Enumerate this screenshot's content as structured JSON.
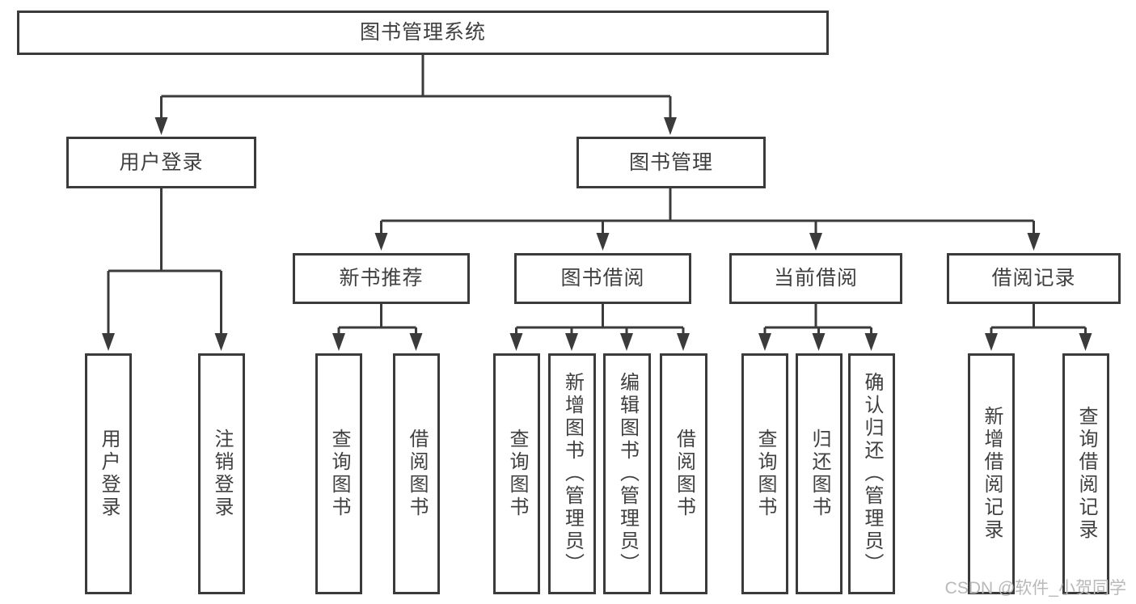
{
  "diagram": {
    "root": {
      "label": "图书管理系统"
    },
    "user_login_branch": {
      "label": "用户登录",
      "children": [
        {
          "label": "用户登录"
        },
        {
          "label": "注销登录"
        }
      ]
    },
    "book_mgmt_branch": {
      "label": "图书管理",
      "sections": [
        {
          "label": "新书推荐",
          "children": [
            {
              "label": "查询图书"
            },
            {
              "label": "借阅图书"
            }
          ]
        },
        {
          "label": "图书借阅",
          "children": [
            {
              "label": "查询图书"
            },
            {
              "label": "新增图书（管理员）"
            },
            {
              "label": "编辑图书（管理员）"
            },
            {
              "label": "借阅图书"
            }
          ]
        },
        {
          "label": "当前借阅",
          "children": [
            {
              "label": "查询图书"
            },
            {
              "label": "归还图书"
            },
            {
              "label": "确认归还（管理员）"
            }
          ]
        },
        {
          "label": "借阅记录",
          "children": [
            {
              "label": "新增借阅记录"
            },
            {
              "label": "查询借阅记录"
            }
          ]
        }
      ]
    },
    "watermark": {
      "text": "CSDN @软件_小贺同学"
    },
    "colors": {
      "line": "#3b3b3b",
      "text": "#404040",
      "background": "#ffffff",
      "watermark": "#b9b9b9"
    }
  }
}
